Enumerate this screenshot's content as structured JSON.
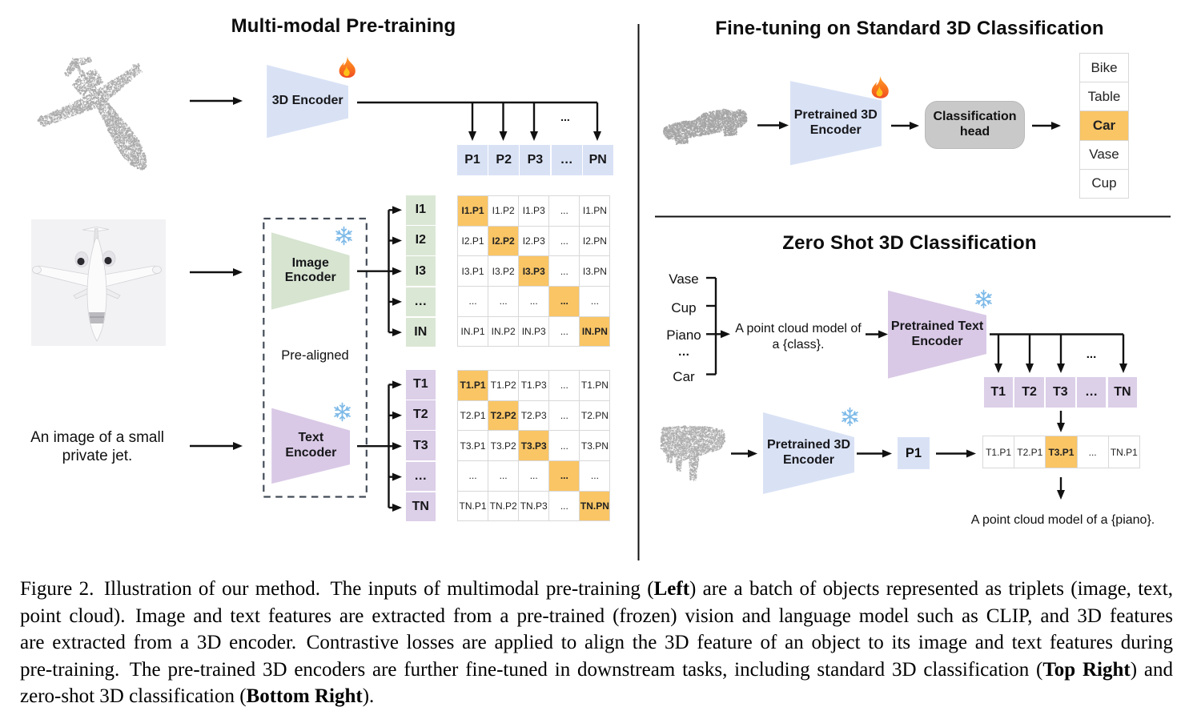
{
  "pretraining": {
    "title": "Multi-modal Pre-training",
    "input_pointcloud": "airplane point cloud",
    "input_image": "top view photo of a small private jet",
    "encoder3d_label": "3D Encoder",
    "image_encoder_label_l1": "Image",
    "image_encoder_label_l2": "Encoder",
    "text_encoder_label_l1": "Text",
    "text_encoder_label_l2": "Encoder",
    "prealigned_label": "Pre-aligned",
    "text_input_line1": "An image of a small",
    "text_input_line2": "private jet.",
    "fan_dots": "...",
    "p_row": [
      "P1",
      "P2",
      "P3",
      "…",
      "PN"
    ],
    "i_labels": [
      "I1",
      "I2",
      "I3",
      "…",
      "IN"
    ],
    "t_labels": [
      "T1",
      "T2",
      "T3",
      "…",
      "TN"
    ],
    "ip_matrix": [
      [
        "I1.P1",
        "I1.P2",
        "I1.P3",
        "...",
        "I1.PN"
      ],
      [
        "I2.P1",
        "I2.P2",
        "I2.P3",
        "...",
        "I2.PN"
      ],
      [
        "I3.P1",
        "I3.P2",
        "I3.P3",
        "...",
        "I3.PN"
      ],
      [
        "...",
        "...",
        "...",
        "...",
        "..."
      ],
      [
        "IN.P1",
        "IN.P2",
        "IN.P3",
        "...",
        "IN.PN"
      ]
    ],
    "tp_matrix": [
      [
        "T1.P1",
        "T1.P2",
        "T1.P3",
        "...",
        "T1.PN"
      ],
      [
        "T2.P1",
        "T2.P2",
        "T2.P3",
        "...",
        "T2.PN"
      ],
      [
        "T3.P1",
        "T3.P2",
        "T3.P3",
        "...",
        "T3.PN"
      ],
      [
        "...",
        "...",
        "...",
        "...",
        "..."
      ],
      [
        "TN.P1",
        "TN.P2",
        "TN.P3",
        "...",
        "TN.PN"
      ]
    ],
    "matrix_highlight": "diagonal"
  },
  "finetuning": {
    "title": "Fine-tuning on Standard 3D Classification",
    "input_pointcloud": "car point cloud",
    "encoder_label_l1": "Pretrained 3D",
    "encoder_label_l2": "Encoder",
    "head_label_l1": "Classification",
    "head_label_l2": "head",
    "classes": [
      "Bike",
      "Table",
      "Car",
      "Vase",
      "Cup"
    ],
    "highlighted_class": "Car"
  },
  "zeroshot": {
    "title": "Zero Shot 3D Classification",
    "input_pointcloud": "piano point cloud",
    "classes": [
      "Vase",
      "Cup",
      "Piano",
      "…",
      "Car"
    ],
    "prompt_line1": "A point cloud model of",
    "prompt_line2": "a {class}.",
    "text_encoder_label_l1": "Pretrained Text",
    "text_encoder_label_l2": "Encoder",
    "encoder3d_label_l1": "Pretrained 3D",
    "encoder3d_label_l2": "Encoder",
    "p1_label": "P1",
    "fan_dots": "...",
    "t_row": [
      "T1",
      "T2",
      "T3",
      "…",
      "TN"
    ],
    "tp_row": [
      "T1.P1",
      "T2.P1",
      "T3.P1",
      "...",
      "TN.P1"
    ],
    "tp_highlight_index": 2,
    "result_text": "A point cloud model of a {piano}."
  },
  "caption": {
    "lines": [
      {
        "justify": true,
        "segments": [
          {
            "t": "Figure 2. Illustration of our method. The inputs of multimodal pre-training ("
          },
          {
            "t": "Left",
            "b": true
          },
          {
            "t": ") are a batch of objects represented as triplets (image, text,"
          }
        ]
      },
      {
        "justify": true,
        "segments": [
          {
            "t": "point cloud). Image and text features are extracted from a pre-trained (frozen) vision and language model such as CLIP, and 3D features"
          }
        ]
      },
      {
        "justify": true,
        "segments": [
          {
            "t": "are extracted from a 3D encoder. Contrastive losses are applied to align the 3D feature of an object to its image and text features during"
          }
        ]
      },
      {
        "justify": true,
        "segments": [
          {
            "t": "pre-training. The pre-trained 3D encoders are further fine-tuned in downstream tasks, including standard 3D classification ("
          },
          {
            "t": "Top Right",
            "b": true
          },
          {
            "t": ") and"
          }
        ]
      },
      {
        "justify": false,
        "segments": [
          {
            "t": "zero-shot 3D classification ("
          },
          {
            "t": "Bottom Right",
            "b": true
          },
          {
            "t": ")."
          }
        ]
      }
    ]
  },
  "colors": {
    "blue": "#d9e2f5",
    "green": "#dbe7d5",
    "purple": "#d9c9e6",
    "purple_light": "#dccfe8",
    "orange": "#f9c565",
    "gray_head": "#c9c9c9",
    "line": "#111111",
    "matrix_border": "#d8d8d8",
    "flame": "#f4711f",
    "snowflake": "#7cb9e8"
  }
}
